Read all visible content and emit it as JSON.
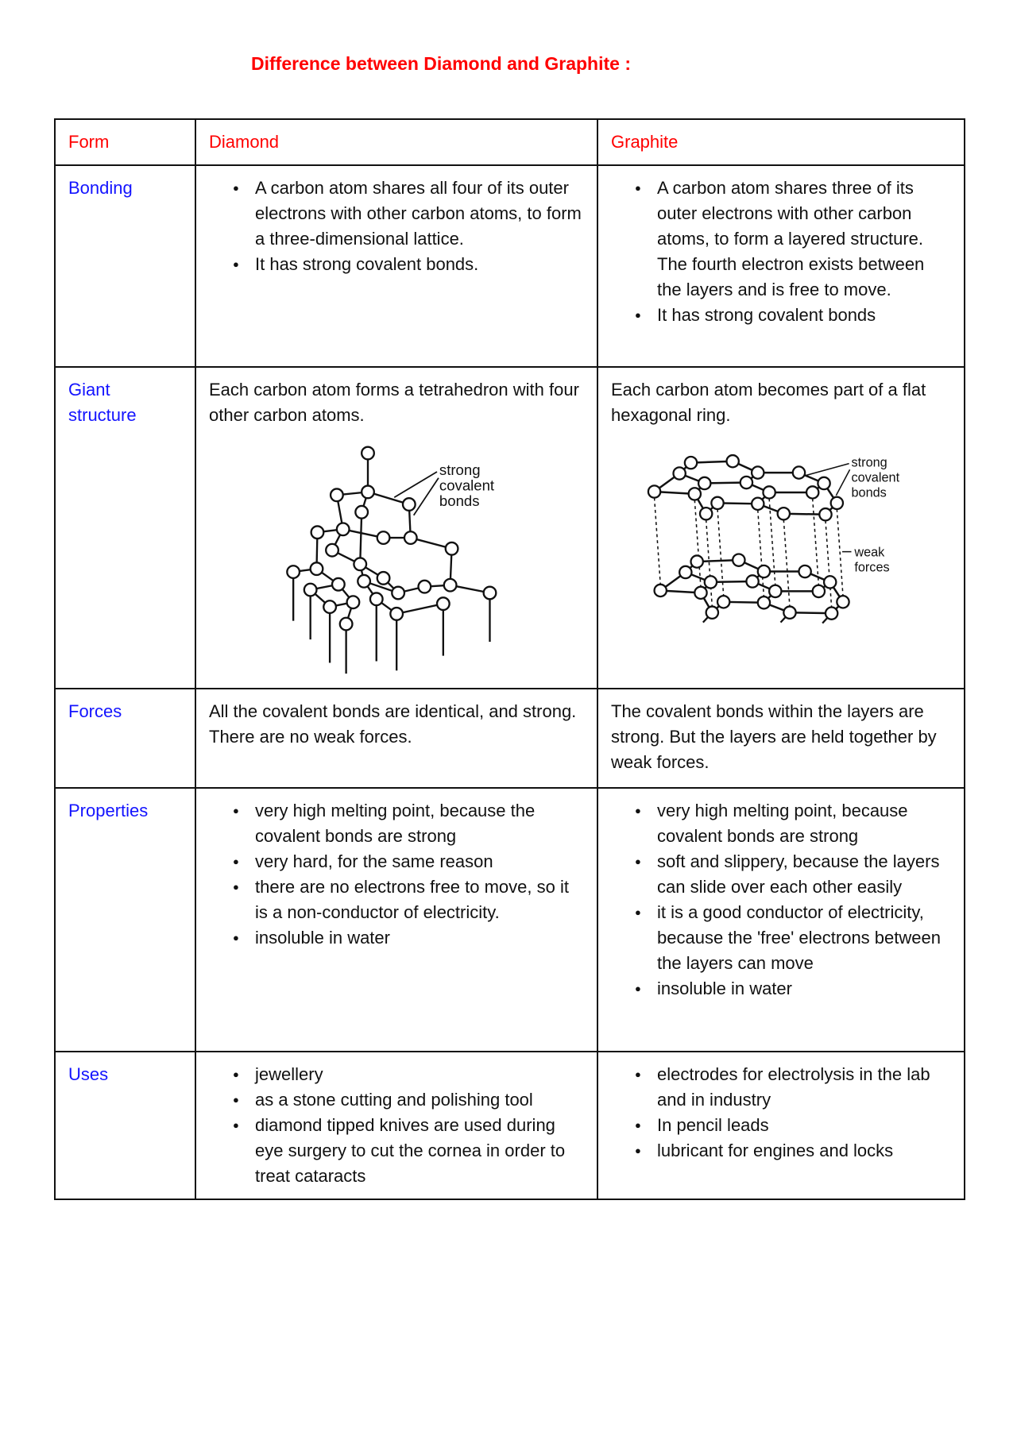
{
  "page": {
    "title": "Difference between Diamond and Graphite :"
  },
  "table": {
    "headers": {
      "form": "Form",
      "diamond": "Diamond",
      "graphite": "Graphite"
    },
    "bonding": {
      "label": "Bonding",
      "diamond_bullets": [
        "A carbon atom shares all four of its outer electrons with other carbon atoms, to form a three-dimensional lattice.",
        "It has strong covalent bonds."
      ],
      "graphite_bullets": [
        "A carbon atom shares three of its outer electrons with other carbon atoms, to form a layered structure. The fourth electron exists between the layers and is free to move.",
        "It has strong covalent bonds"
      ]
    },
    "giant_structure": {
      "label": "Giant structure",
      "diamond_text": "Each carbon atom forms a tetrahedron with four other carbon atoms.",
      "graphite_text": "Each carbon atom becomes part of a flat hexagonal ring."
    },
    "forces": {
      "label": "Forces",
      "diamond_text": "All the covalent bonds are identical, and strong. There are no weak forces.",
      "graphite_text": "The covalent bonds within the layers are strong. But the layers are held together by weak forces."
    },
    "properties": {
      "label": "Properties",
      "diamond_bullets": [
        "very high melting point, because the covalent bonds are strong",
        "very hard, for the same reason",
        "there are no electrons free to move, so it is a non-conductor of electricity.",
        "insoluble in water"
      ],
      "graphite_bullets": [
        "very high melting point, because covalent bonds are strong",
        "soft and slippery, because the layers can slide over each other easily",
        "it is a good conductor of electricity, because the 'free' electrons between the layers can move",
        "insoluble in water"
      ]
    },
    "uses": {
      "label": "Uses",
      "diamond_bullets": [
        "jewellery",
        "as a stone cutting and polishing tool",
        "diamond tipped knives are used during eye surgery to cut the cornea in order to treat cataracts"
      ],
      "graphite_bullets": [
        "electrodes for electrolysis in the lab and in industry",
        "In pencil leads",
        "lubricant for engines and locks"
      ]
    }
  },
  "diagrams": {
    "diamond": {
      "label_lines": [
        "strong",
        "covalent",
        "bonds"
      ]
    },
    "graphite": {
      "label_lines": [
        "strong",
        "covalent",
        "bonds"
      ],
      "weak_lines": [
        "weak",
        "forces"
      ]
    }
  },
  "colors": {
    "accent_red": "#ff0000",
    "accent_blue": "#1414ff",
    "ink": "#111111",
    "background": "#ffffff"
  }
}
